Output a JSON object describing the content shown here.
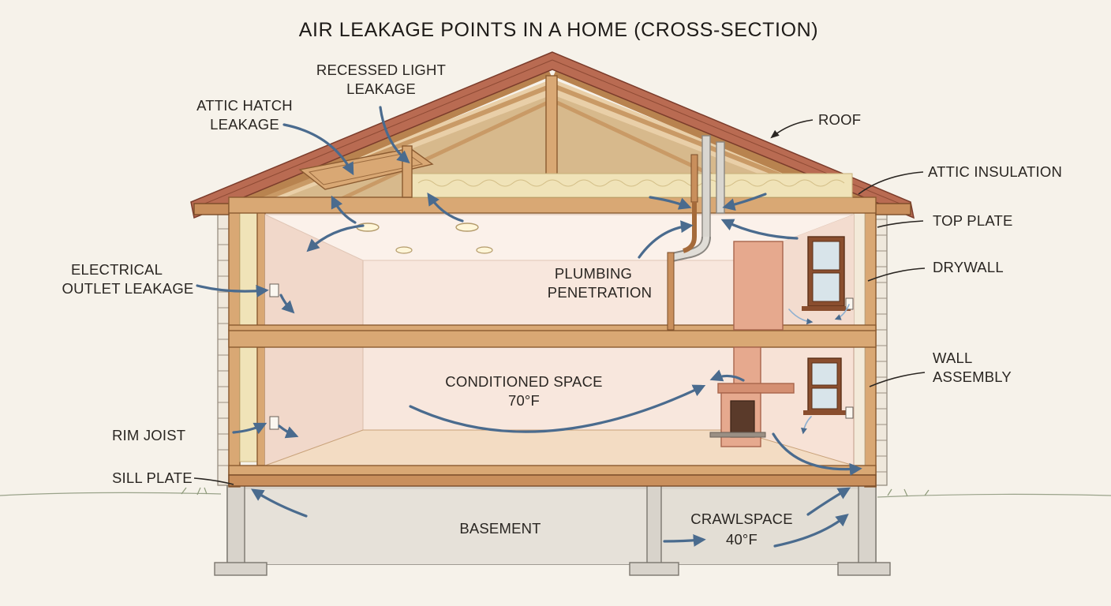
{
  "title": "AIR LEAKAGE POINTS IN A HOME (CROSS-SECTION)",
  "labels": {
    "recessed_light_l1": "RECESSED LIGHT",
    "recessed_light_l2": "LEAKAGE",
    "attic_hatch_l1": "ATTIC HATCH",
    "attic_hatch_l2": "LEAKAGE",
    "roof": "ROOF",
    "attic_insulation": "ATTIC INSULATION",
    "top_plate": "TOP PLATE",
    "drywall": "DRYWALL",
    "electrical_l1": "ELECTRICAL",
    "electrical_l2": "OUTLET LEAKAGE",
    "plumbing_l1": "PLUMBING",
    "plumbing_l2": "PENETRATION",
    "wall_assembly_l1": "WALL",
    "wall_assembly_l2": "ASSEMBLY",
    "conditioned_l1": "CONDITIONED SPACE",
    "conditioned_l2": "70°F",
    "rim_joist": "RIM JOIST",
    "sill_plate": "SILL PLATE",
    "basement": "BASEMENT",
    "crawlspace_l1": "CRAWLSPACE",
    "crawlspace_l2": "40°F"
  },
  "colors": {
    "air_flow": "#4a6b8e",
    "wood": "#d9a874",
    "roof": "#b96b52",
    "interior": "#f7e2d6",
    "background": "#f6f2ea"
  }
}
